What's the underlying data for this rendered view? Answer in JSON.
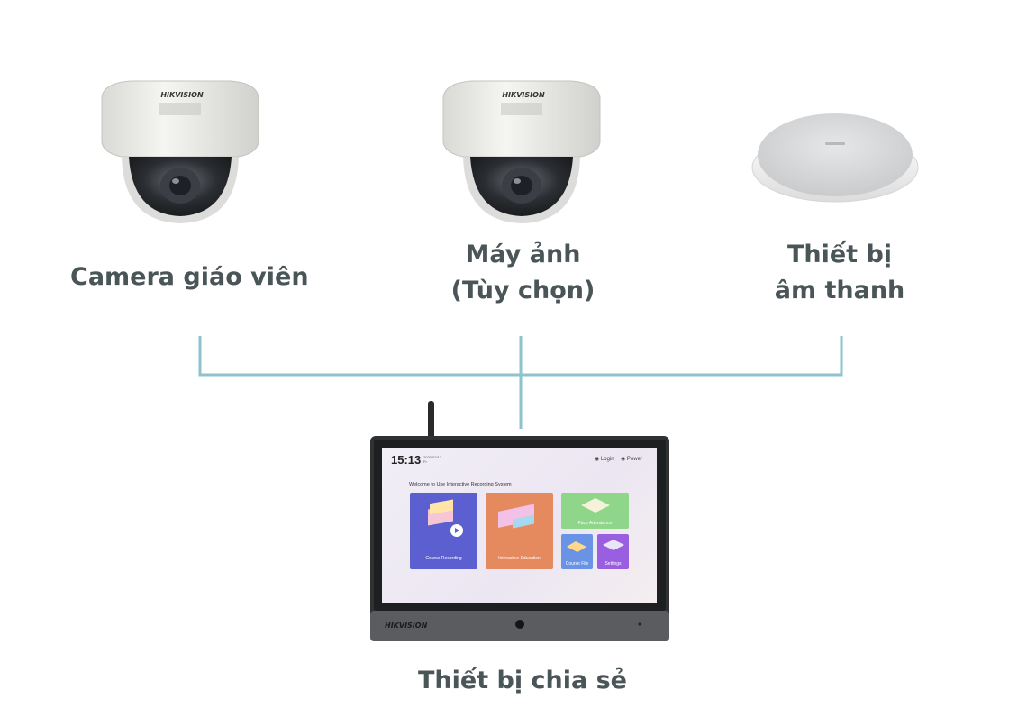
{
  "nodes": {
    "teacher_camera": {
      "label": "Camera giáo viên"
    },
    "student_camera": {
      "label_line1": "Máy ảnh",
      "label_line2": "(Tùy chọn)"
    },
    "audio_device": {
      "label_line1": "Thiết bị",
      "label_line2": "âm thanh"
    },
    "sharing_device": {
      "label": "Thiết bị chia sẻ"
    }
  },
  "brand": {
    "camera_logo": "HIKVISION",
    "monitor_logo": "HIKVISION"
  },
  "screen": {
    "time": "15:13",
    "date_line1": "2020/02/17",
    "date_line2": "Fr",
    "login": "Login",
    "power": "Power",
    "welcome": "Welcome to Use Interactive Recording System",
    "tiles": {
      "course_recording": "Course Recording",
      "interactive_education": "Interactive Education",
      "face_attendance": "Face Attendance",
      "course_file": "Course File",
      "settings": "Settings"
    }
  },
  "colors": {
    "connector": "#8cc3cc",
    "caption": "#4a5558",
    "tile_course_recording": "#5b5fcf",
    "tile_interactive_education": "#e58a5e",
    "tile_face_attendance": "#8fd68a",
    "tile_course_file": "#6a93e6",
    "tile_settings": "#9a5fe0"
  }
}
